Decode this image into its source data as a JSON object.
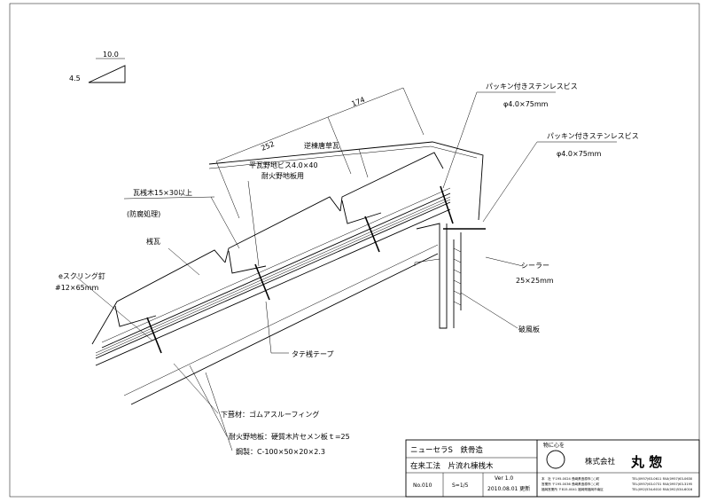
{
  "slope": {
    "run": "10.0",
    "rise": "4.5"
  },
  "dimensions": {
    "d1": "252",
    "d2": "174"
  },
  "labels": {
    "screw_a": "パッキン付きステンレスビス",
    "screw_a_size": "φ4.0×75mm",
    "screw_b": "パッキン付きステンレスビス",
    "screw_b_size": "φ4.0×75mm",
    "reverse_ridge": "逆棟唐草瓦",
    "base_screw": "平瓦野地ビス4.0×40",
    "base_screw_use": "耐火野地板用",
    "batten": "瓦桟木15×30以上",
    "treatment": "(防腐処理)",
    "ridge_tile": "桟瓦",
    "ring_nail": "eスクリング釘",
    "ring_nail_size": "#12×65mm",
    "sealer": "シーラー",
    "sealer_size": "25×25mm",
    "barge_board": "破風板",
    "tate_tape": "タテ桟テープ",
    "underlay": "下葺材：ゴムアスルーフィング",
    "fire_board": "耐火野地板：硬質木片セメン板ｔ=25",
    "steel": "鋼製：C-100×50×20×2.3"
  },
  "title_block": {
    "product": "ニューセラS　鉄骨造",
    "method": "在来工法　片流れ棟桟木",
    "number": "No.010",
    "scale": "S=1/5",
    "version": "Ver 1.0",
    "date": "2010.08.01 更新",
    "motto": "物に心を",
    "company_prefix": "株式会社",
    "company_name": "丸 惣",
    "address_lines": [
      "本　社 〒195-0024 長崎県島原市○○町",
      "営業所 〒195-0036 長崎県島原市○○町",
      "福岡営業所 〒815-0041 福岡県福岡市南区"
    ],
    "phone_lines": [
      "TEL(0957)63-0611 FAX(0957)63-0630",
      "TEL(0957)63-0731 FAX(0957)63-3195",
      "TEL(092)534-6010 FAX(092)534-6016"
    ]
  }
}
